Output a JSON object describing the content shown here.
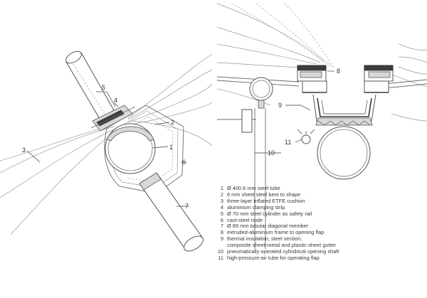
{
  "detail_left": {
    "callouts": [
      "1",
      "2",
      "3",
      "4",
      "5",
      "6",
      "7"
    ]
  },
  "detail_right": {
    "callouts": [
      "8",
      "9",
      "10",
      "11"
    ]
  },
  "legend": {
    "items": [
      {
        "num": "1",
        "text": "Ø 400.6 mm steel tube"
      },
      {
        "num": "2",
        "text": "6 mm sheet steel bent to shape"
      },
      {
        "num": "3",
        "text": "three-layer inflated ETFE cushion"
      },
      {
        "num": "4",
        "text": "aluminium clamping strip"
      },
      {
        "num": "5",
        "text": "Ø 70 mm steel cylinder as safety rail"
      },
      {
        "num": "6",
        "text": "cast-steel node"
      },
      {
        "num": "7",
        "text": "Ø 89 mm tubular diagonal member"
      },
      {
        "num": "8",
        "text": "extruded-aluminium frame to opening flap"
      },
      {
        "num": "9",
        "text": "thermal insulation, steel section;"
      },
      {
        "num": "",
        "text": "composite sheet-metal and plastic-sheet gutter"
      },
      {
        "num": "10",
        "text": "pneumatically operated cylindrical opening shaft"
      },
      {
        "num": "11",
        "text": "high-pressure-air tube for operating flap"
      }
    ]
  }
}
